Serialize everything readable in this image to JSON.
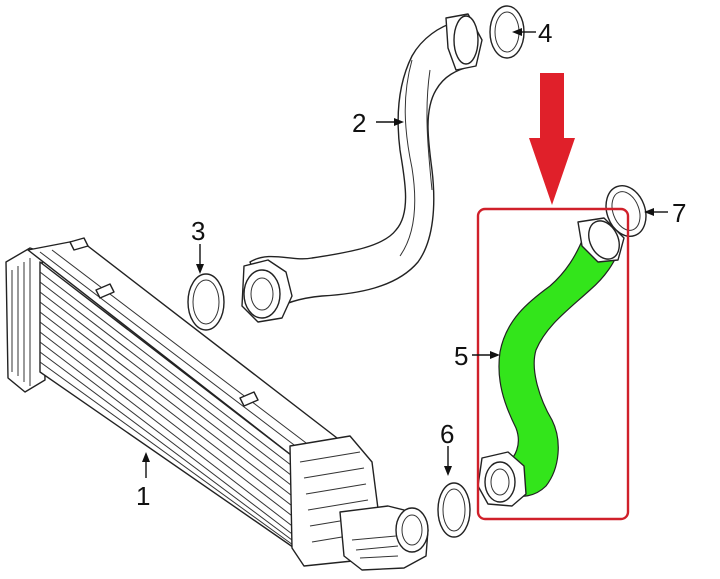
{
  "diagram": {
    "callouts": [
      {
        "id": "1",
        "label": "1"
      },
      {
        "id": "2",
        "label": "2"
      },
      {
        "id": "3",
        "label": "3"
      },
      {
        "id": "4",
        "label": "4"
      },
      {
        "id": "5",
        "label": "5"
      },
      {
        "id": "6",
        "label": "6"
      },
      {
        "id": "7",
        "label": "7"
      }
    ],
    "parts": [
      {
        "id": "1",
        "kind": "intercooler"
      },
      {
        "id": "2",
        "kind": "charge-air-hose"
      },
      {
        "id": "3",
        "kind": "seal-ring"
      },
      {
        "id": "4",
        "kind": "seal-ring"
      },
      {
        "id": "5",
        "kind": "charge-air-hose",
        "highlighted": true
      },
      {
        "id": "6",
        "kind": "seal-ring"
      },
      {
        "id": "7",
        "kind": "seal-ring"
      }
    ],
    "colors": {
      "highlight_fill": "#33e51b",
      "highlight_box": "#d0202a",
      "pointer_arrow": "#e0202a",
      "line_art": "#222222"
    }
  }
}
